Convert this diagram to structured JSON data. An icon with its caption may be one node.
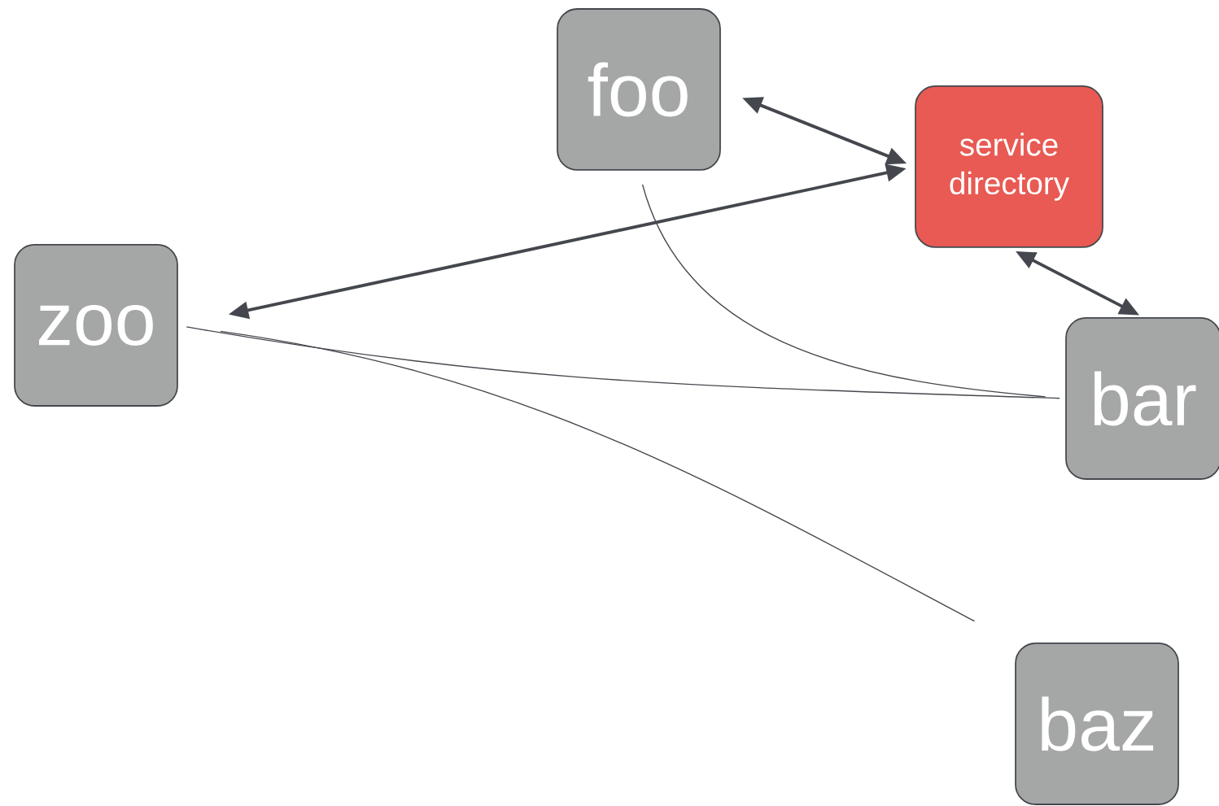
{
  "diagram": {
    "nodes": [
      {
        "text": [
          "foo"
        ]
      },
      {
        "text": [
          "service directory"
        ]
      },
      {
        "text": [
          "zoo"
        ]
      },
      {
        "text": [
          "bar"
        ]
      },
      {
        "text": [
          "baz"
        ]
      }
    ],
    "edges": [
      {
        "from": 0,
        "to": 1,
        "arrow": "both",
        "style": "thick"
      },
      {
        "from": 1,
        "to": 2,
        "arrow": "both",
        "style": "thick"
      },
      {
        "from": 1,
        "to": 3,
        "arrow": "both",
        "style": "thick"
      },
      {
        "from": 0,
        "to": 3,
        "arrow": "none"
      },
      {
        "from": 2,
        "to": 3,
        "arrow": "none"
      },
      {
        "from": 2,
        "to": 4,
        "arrow": "none"
      }
    ]
  }
}
